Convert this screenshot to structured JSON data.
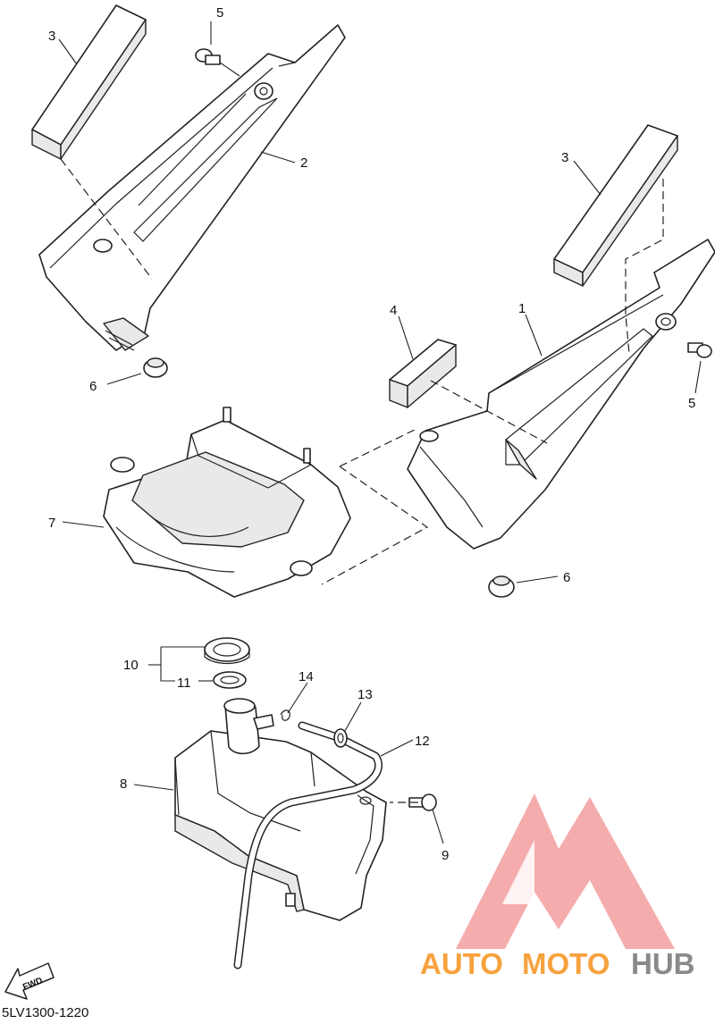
{
  "diagram_code": "5LV1300-1220",
  "fwd_label": "FWD",
  "watermark": {
    "brand_part1": "AUTO",
    "brand_part2": "MOTO",
    "brand_part3": "HUB",
    "color_light": "#f7a23e",
    "color_dark": "#8a8a8a",
    "logo_color": "#f4a3a3"
  },
  "callouts": {
    "c1": "1",
    "c2": "2",
    "c3a": "3",
    "c3b": "3",
    "c4": "4",
    "c5a": "5",
    "c5b": "5",
    "c6a": "6",
    "c6b": "6",
    "c7": "7",
    "c8": "8",
    "c9": "9",
    "c10": "10",
    "c11": "11",
    "c12": "12",
    "c13": "13",
    "c14": "14"
  }
}
